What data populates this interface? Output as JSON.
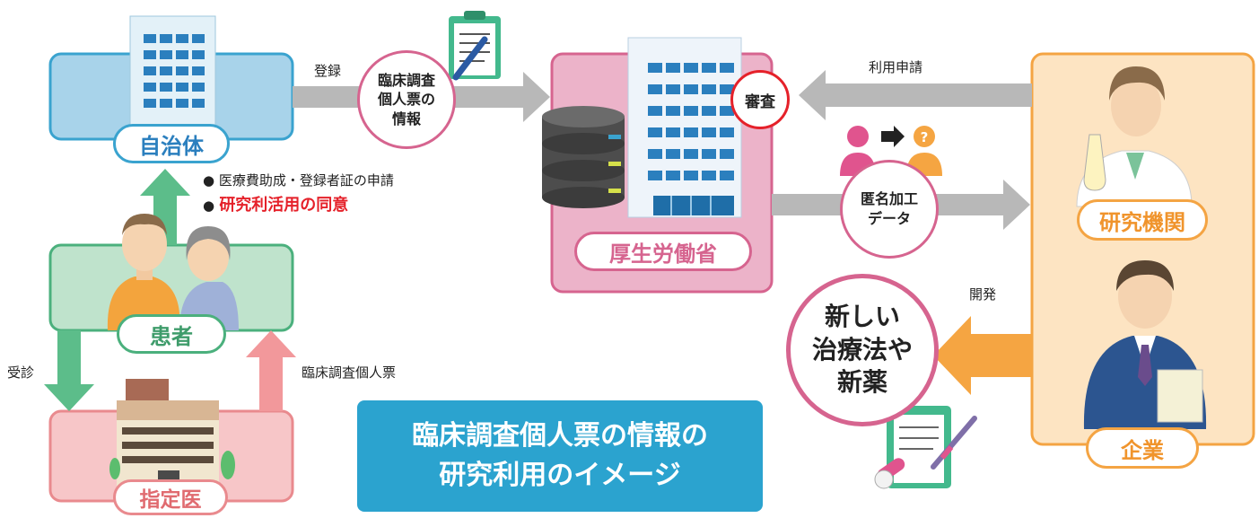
{
  "nodes": {
    "municipality": "自治体",
    "patient": "患者",
    "designated_doctor": "指定医",
    "mhlw": "厚生労働省",
    "research_institution": "研究機関",
    "company": "企業"
  },
  "bubbles": {
    "clinical_info": "臨床調査\n個人票の\n情報",
    "anonymized_data": "匿名加工\nデータ",
    "new_treatment": "新しい\n治療法や\n新薬",
    "review": "審査"
  },
  "flows": {
    "register": "登録",
    "use_application": "利用申請",
    "consultation": "受診",
    "clinical_form": "臨床調査個人票",
    "development": "開発"
  },
  "bullets": {
    "item1": "医療費助成・登録者証の申請",
    "item2": "研究利活用の同意"
  },
  "title": {
    "line1": "臨床調査個人票の情報の",
    "line2": "研究利用のイメージ"
  },
  "colors": {
    "municipality_box": "#a8d3ea",
    "municipality_border": "#3aa3cf",
    "patient_box": "#bfe3cc",
    "patient_border": "#4bb07d",
    "doctor_box": "#f7c6c8",
    "doctor_border": "#e98a8e",
    "mhlw_box": "#ecb3c9",
    "mhlw_border": "#d6648f",
    "research_box": "#fde4c2",
    "research_border": "#f4a443",
    "title_bg": "#2ba3cf",
    "consent_red": "#e5212a"
  }
}
